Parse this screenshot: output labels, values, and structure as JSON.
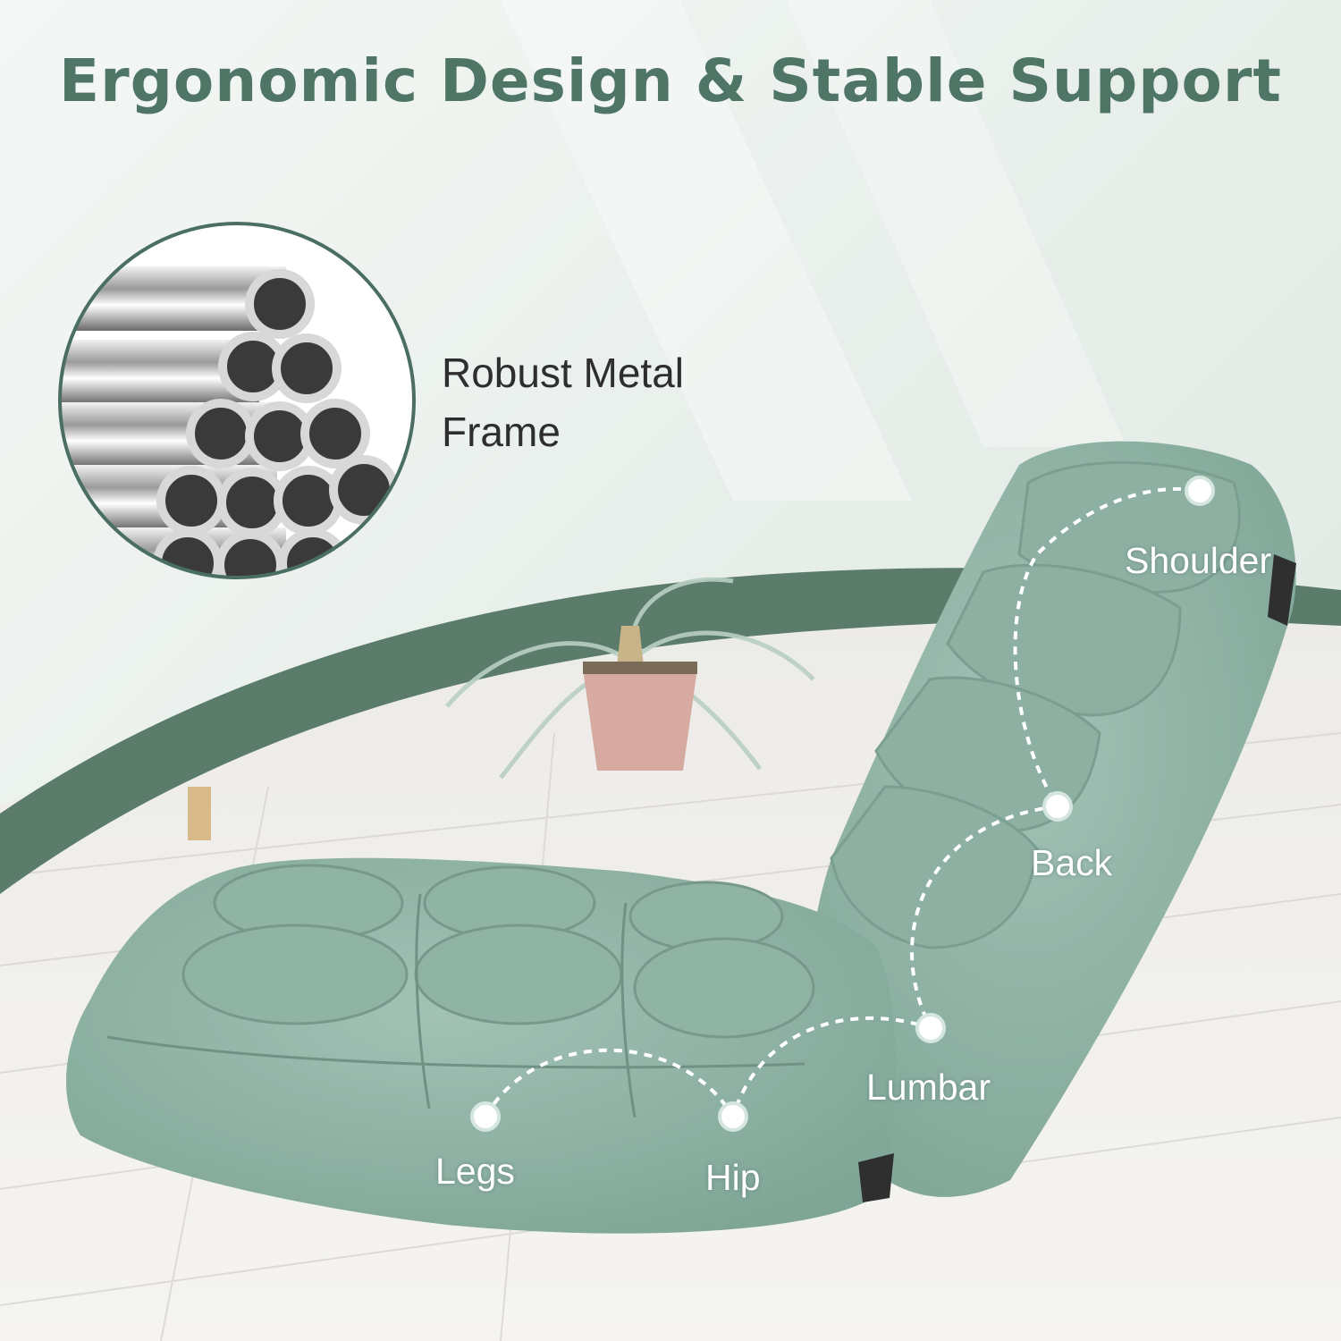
{
  "headline": "Ergonomic Design & Stable Support",
  "frame_feature": {
    "line1": "Robust Metal",
    "line2": "Frame",
    "icon": "metal-tube-stack-icon"
  },
  "support_points": {
    "shoulder": "Shoulder",
    "back": "Back",
    "lumbar": "Lumbar",
    "hip": "Hip",
    "legs": "Legs"
  },
  "colors": {
    "accent_green": "#4f7566",
    "cushion_green": "#8fb3a5",
    "band_green": "#5b7c6b",
    "marker_white": "#ffffff"
  }
}
